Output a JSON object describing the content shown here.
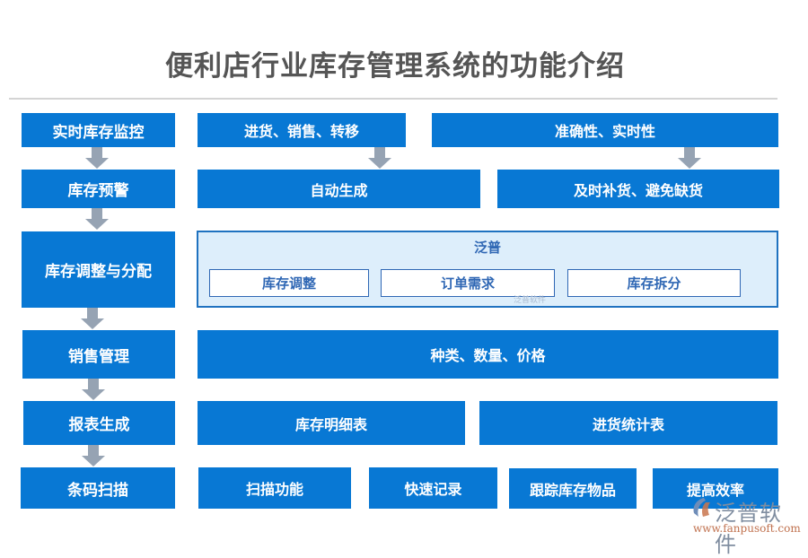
{
  "title": "便利店行业库存管理系统的功能介绍",
  "steps": [
    {
      "label": "实时库存监控"
    },
    {
      "label": "库存预警"
    },
    {
      "label": "库存调整与分配"
    },
    {
      "label": "销售管理"
    },
    {
      "label": "报表生成"
    },
    {
      "label": "条码扫描"
    }
  ],
  "row1": {
    "items": [
      "进货、销售、转移",
      "准确性、实时性"
    ]
  },
  "row2": {
    "items": [
      "自动生成",
      "及时补货、避免缺货"
    ]
  },
  "row3": {
    "panel_title": "泛普",
    "items": [
      "库存调整",
      "订单需求",
      "库存拆分"
    ],
    "watermark": "泛普软件"
  },
  "row4": {
    "items": [
      "种类、数量、价格"
    ]
  },
  "row5": {
    "items": [
      "库存明细表",
      "进货统计表"
    ]
  },
  "row6": {
    "items": [
      "扫描功能",
      "快速记录",
      "跟踪库存物品",
      "提高效率"
    ]
  },
  "logo": {
    "name": "泛普软件",
    "url": "www.fanpusoft.com"
  },
  "colors": {
    "box_blue": "#0878d4",
    "arrow_gray": "#96a3b3",
    "panel_bg": "#ddeefb",
    "panel_border": "#1f72c0",
    "title_gray": "#555555"
  }
}
